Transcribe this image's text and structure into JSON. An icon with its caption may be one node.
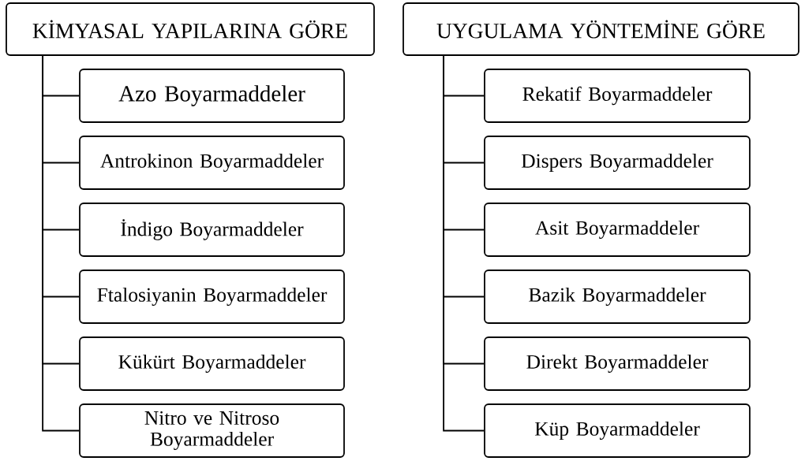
{
  "diagram": {
    "nodes": [
      {
        "text": [
          "KİMYASAL YAPILARINA GÖRE"
        ]
      },
      {
        "text": [
          "Azo Boyarmaddeler"
        ]
      },
      {
        "text": [
          "Antrokinon Boyarmaddeler"
        ]
      },
      {
        "text": [
          "İndigo Boyarmaddeler"
        ]
      },
      {
        "text": [
          "Ftalosiyanin Boyarmaddeler"
        ]
      },
      {
        "text": [
          "Kükürt Boyarmaddeler"
        ]
      },
      {
        "text": [
          "Nitro ve Nitroso Boyarmaddeler"
        ]
      },
      {
        "text": [
          "UYGULAMA YÖNTEMİNE GÖRE"
        ]
      },
      {
        "text": [
          "Rekatif Boyarmaddeler"
        ]
      },
      {
        "text": [
          "Dispers Boyarmaddeler"
        ]
      },
      {
        "text": [
          "Asit Boyarmaddeler"
        ]
      },
      {
        "text": [
          "Bazik Boyarmaddeler"
        ]
      },
      {
        "text": [
          "Direkt Boyarmaddeler"
        ]
      },
      {
        "text": [
          "Küp Boyarmaddeler"
        ]
      }
    ],
    "edges": [
      {
        "from": 0,
        "to": 1,
        "arrow": "none"
      },
      {
        "from": 0,
        "to": 2,
        "arrow": "none"
      },
      {
        "from": 0,
        "to": 3,
        "arrow": "none"
      },
      {
        "from": 0,
        "to": 4,
        "arrow": "none"
      },
      {
        "from": 0,
        "to": 5,
        "arrow": "none"
      },
      {
        "from": 0,
        "to": 6,
        "arrow": "none"
      },
      {
        "from": 7,
        "to": 8,
        "arrow": "none"
      },
      {
        "from": 7,
        "to": 9,
        "arrow": "none"
      },
      {
        "from": 7,
        "to": 10,
        "arrow": "none"
      },
      {
        "from": 7,
        "to": 11,
        "arrow": "none"
      },
      {
        "from": 7,
        "to": 12,
        "arrow": "none"
      },
      {
        "from": 7,
        "to": 13,
        "arrow": "none"
      }
    ]
  }
}
